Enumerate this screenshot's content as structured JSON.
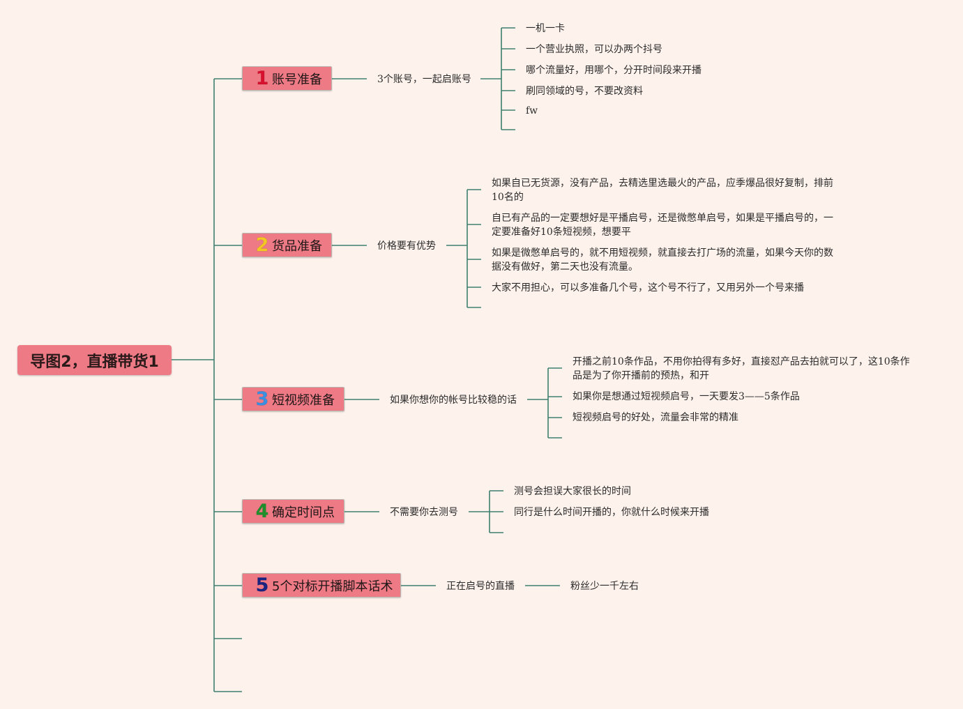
{
  "root": {
    "title": "导图2，直播带货1"
  },
  "colors": {
    "background": "#fdf2ec",
    "node_fill": "#ee7a86",
    "connector": "#3e7f6f",
    "num1": "#d8102e",
    "num2": "#f3c623",
    "num3": "#3b8fe0",
    "num4": "#1f8f2b",
    "num5": "#1a2480"
  },
  "branches": [
    {
      "number": "1",
      "label": "账号准备",
      "mid": "3个账号，一起启账号",
      "leaves": [
        "一机一卡",
        "一个营业执照，可以办两个抖号",
        "哪个流量好，用哪个，分开时间段来开播",
        "刷同领域的号，不要改资料",
        "fw"
      ]
    },
    {
      "number": "2",
      "label": "货品准备",
      "mid": "价格要有优势",
      "leaves": [
        "如果自已无货源，没有产品，去精选里选最火的产品，应季爆品很好复制，排前10名的",
        "自已有产品的一定要想好是平播启号，还是微憋单启号，如果是平播启号的，一定要准备好10条短视频，想要平",
        "如果是微憋单启号的，就不用短视频，就直接去打广场的流量，如果今天你的数据没有做好，第二天也没有流量。",
        "大家不用担心，可以多准备几个号，这个号不行了，又用另外一个号来播"
      ]
    },
    {
      "number": "3",
      "label": "短视频准备",
      "mid": "如果你想你的帐号比较稳的话",
      "leaves": [
        "开播之前10条作品，不用你拍得有多好，直接怼产品去拍就可以了，这10条作品是为了你开播前的预热，和开",
        "如果你是想通过短视频启号，一天要发3——5条作品",
        "短视频启号的好处，流量会非常的精准"
      ]
    },
    {
      "number": "4",
      "label": "确定时间点",
      "mid": "不需要你去测号",
      "leaves": [
        "测号会担误大家很长的时间",
        "同行是什么时间开播的，你就什么时候来开播"
      ]
    },
    {
      "number": "5",
      "label": "5个对标开播脚本话术",
      "mid": "正在启号的直播",
      "leaves": [
        "粉丝少一千左右"
      ]
    }
  ]
}
